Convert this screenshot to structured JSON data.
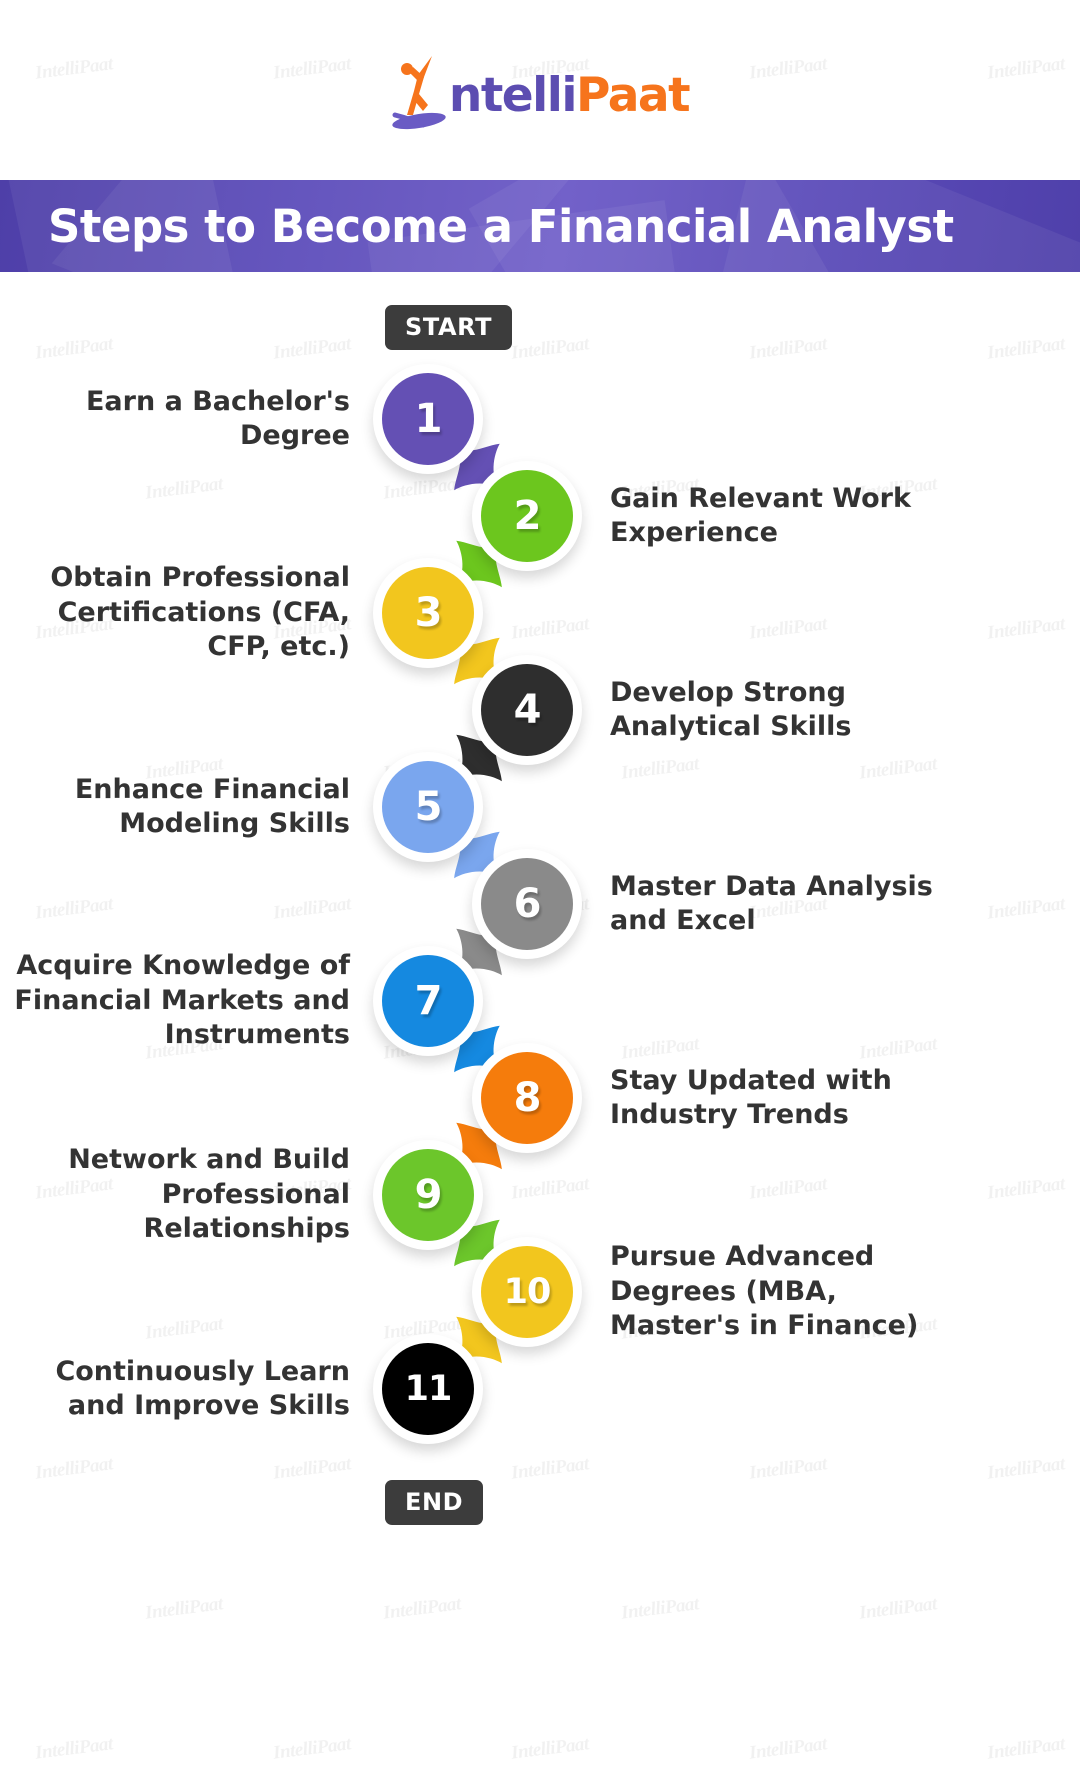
{
  "logo": {
    "part1": "ntelli",
    "part2": "Paat",
    "alt": "intellipaat-logo"
  },
  "banner": {
    "title": "Steps to Become a Financial Analyst",
    "color": "#5c4cba"
  },
  "flow": {
    "start_label": "START",
    "end_label": "END",
    "steps": [
      {
        "number": "1",
        "label": "Earn a Bachelor's Degree",
        "color": "#6450b4",
        "side": "left"
      },
      {
        "number": "2",
        "label": "Gain Relevant Work Experience",
        "color": "#6cc61e",
        "side": "right"
      },
      {
        "number": "3",
        "label": "Obtain Professional Certifications (CFA, CFP, etc.)",
        "color": "#f2c61e",
        "side": "left"
      },
      {
        "number": "4",
        "label": "Develop Strong Analytical Skills",
        "color": "#2e2e2e",
        "side": "right"
      },
      {
        "number": "5",
        "label": "Enhance Financial Modeling Skills",
        "color": "#7aa6ee",
        "side": "left"
      },
      {
        "number": "6",
        "label": "Master Data Analysis and Excel",
        "color": "#8a8a8a",
        "side": "right"
      },
      {
        "number": "7",
        "label": "Acquire Knowledge of Financial Markets and Instruments",
        "color": "#1589e0",
        "side": "left"
      },
      {
        "number": "8",
        "label": "Stay Updated with Industry Trends",
        "color": "#f57c0c",
        "side": "right"
      },
      {
        "number": "9",
        "label": "Network and Build Professional Relationships",
        "color": "#6cc62b",
        "side": "left"
      },
      {
        "number": "10",
        "label": "Pursue Advanced Degrees (MBA, Master's in Finance)",
        "color": "#f2c61e",
        "side": "right"
      },
      {
        "number": "11",
        "label": "Continuously Learn and Improve Skills",
        "color": "#000000",
        "side": "left"
      }
    ]
  },
  "watermark": {
    "text": "IntelliPaat"
  }
}
